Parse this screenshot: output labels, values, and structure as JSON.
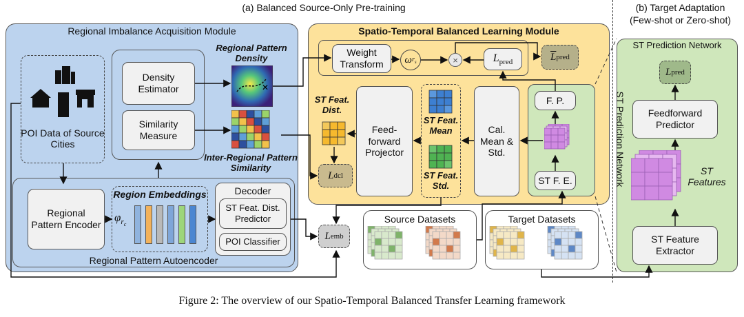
{
  "titles": {
    "left": "(a) Balanced Source-Only Pre-training",
    "right_line1": "(b) Target Adaptation",
    "right_line2": "(Few-shot or Zero-shot)"
  },
  "riam": {
    "title": "Regional Imbalance Acquisition Module",
    "poi_label": "POI Data of Source Cities",
    "density": "Density Estimator",
    "similarity": "Similarity Measure",
    "density_caption": "Regional Pattern Density",
    "similarity_caption": "Inter-Regional Pattern Similarity"
  },
  "rpa": {
    "title": "Regional Pattern Autoencoder",
    "encoder": "Regional Pattern Encoder",
    "embeddings_title": "Region Embeddings",
    "phi": "φ",
    "phi_sub": "r",
    "phi_subsub": "c",
    "decoder": "Decoder",
    "predictor": "ST Feat. Dist. Predictor",
    "classifier": "POI Classifier"
  },
  "stbl": {
    "title": "Spatio-Temporal Balanced Learning Module",
    "weight": "Weight Transform",
    "omega": "ω",
    "omega_sub": "r",
    "omega_subsub": "s",
    "times": "×",
    "lpred": "L",
    "lpred_sub": "pred",
    "ltilde_sub": "pred",
    "feat_dist": "ST Feat. Dist.",
    "projector": "Feed-forward Projector",
    "feat_mean": "ST Feat. Mean",
    "feat_std": "ST Feat. Std.",
    "cal": "Cal. Mean & Std.",
    "fp": "F. P.",
    "stfe": "ST F. E.",
    "stpn_vertical": "ST Prediction Network",
    "ldcl_sub": "dcl"
  },
  "lemb_sub": "emb",
  "datasets": {
    "source": "Source Datasets",
    "target": "Target Datasets"
  },
  "right_network": {
    "title": "ST Prediction Network",
    "predictor": "Feedforward Predictor",
    "features": "ST Features",
    "extractor": "ST Feature Extractor",
    "lpred_sub": "pred"
  },
  "caption": "Figure 2: The overview of our Spatio-Temporal Balanced Transfer Learning framework",
  "colors": {
    "blue_region": "#bcd3ee",
    "yellow_region": "#fde29b",
    "green_region": "#cfe7bb",
    "embeddings": [
      "#8fb3de",
      "#f2b25c",
      "#b9b9b9",
      "#7fa6d8",
      "#9dd67a",
      "#4a86d1"
    ]
  }
}
